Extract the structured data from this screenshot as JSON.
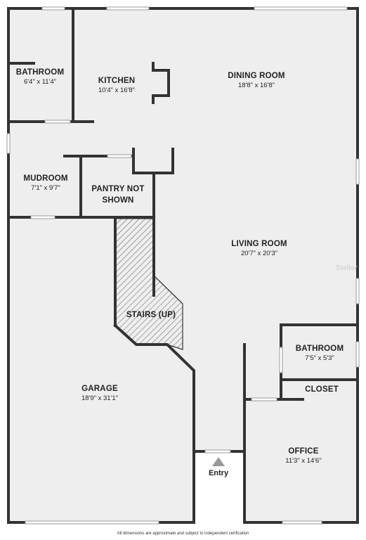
{
  "rooms": {
    "bathroom_upper": {
      "name": "BATHROOM",
      "dims": "6'4\" x 11'4\""
    },
    "kitchen": {
      "name": "KITCHEN",
      "dims": "10'4\" x 16'8\""
    },
    "dining": {
      "name": "DINING ROOM",
      "dims": "18'8\" x 16'8\""
    },
    "mudroom": {
      "name": "MUDROOM",
      "dims": "7'1\" x 9'7\""
    },
    "pantry": {
      "name_line1": "PANTRY NOT",
      "name_line2": "SHOWN"
    },
    "living": {
      "name": "LIVING ROOM",
      "dims": "20'7\" x 20'3\""
    },
    "stairs": {
      "name": "STAIRS (UP)"
    },
    "garage": {
      "name": "GARAGE",
      "dims": "18'9\" x 31'1\""
    },
    "bathroom_lower": {
      "name": "BATHROOM",
      "dims": "7'5\" x 5'3\""
    },
    "closet": {
      "name": "CLOSET"
    },
    "office": {
      "name": "OFFICE",
      "dims": "11'3\" x 14'6\""
    }
  },
  "entry": {
    "label": "Entry",
    "icon": "triangle-up-icon"
  },
  "watermark": "Stellar",
  "disclaimer": "All dimensions are approximate and subject to independent verification",
  "colors": {
    "wall": "#333333",
    "floor": "#eeeeee",
    "stairs_hatch": "#555555",
    "entry_arrow": "#999999"
  }
}
